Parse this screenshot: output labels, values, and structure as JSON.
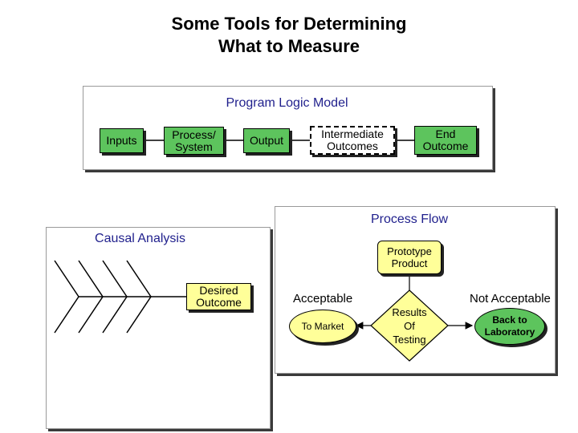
{
  "title": {
    "line1": "Some Tools for Determining",
    "line2": "What to Measure"
  },
  "logic_model": {
    "title": "Program Logic Model",
    "inputs": "Inputs",
    "process_line1": "Process/",
    "process_line2": "System",
    "output": "Output",
    "intermediate_line1": "Intermediate",
    "intermediate_line2": "Outcomes",
    "end_line1": "End",
    "end_line2": "Outcome"
  },
  "causal": {
    "title": "Causal Analysis",
    "desired_line1": "Desired",
    "desired_line2": "Outcome"
  },
  "process_flow": {
    "title": "Process Flow",
    "prototype_line1": "Prototype",
    "prototype_line2": "Product",
    "results_line1": "Results",
    "results_line2": "Of",
    "results_line3": "Testing",
    "acceptable": "Acceptable",
    "not_acceptable": "Not Acceptable",
    "to_market": "To Market",
    "back_line1": "Back to",
    "back_line2": "Laboratory"
  },
  "colors": {
    "green": "#5dc45d",
    "yellow": "#ffff99",
    "title_blue": "#1f1f8c"
  }
}
